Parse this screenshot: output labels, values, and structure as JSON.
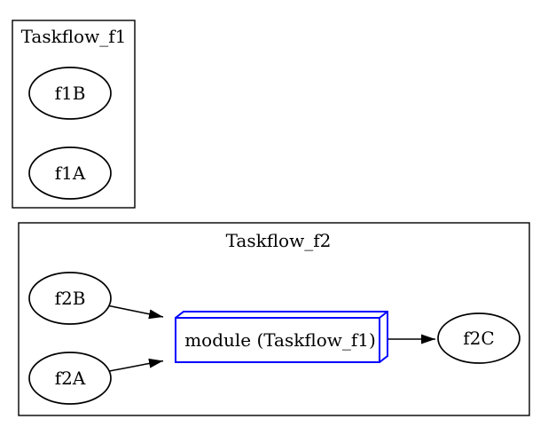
{
  "colors": {
    "background": "#ffffff",
    "default_stroke": "#000000",
    "module_accent": "#0000ff",
    "text": "#000000"
  },
  "clusters": [
    {
      "id": "cluster_f1",
      "label": "Taskflow_f1"
    },
    {
      "id": "cluster_f2",
      "label": "Taskflow_f2"
    }
  ],
  "nodes": {
    "f1B": {
      "label": "f1B",
      "shape": "ellipse",
      "cluster": "Taskflow_f1"
    },
    "f1A": {
      "label": "f1A",
      "shape": "ellipse",
      "cluster": "Taskflow_f1"
    },
    "f2B": {
      "label": "f2B",
      "shape": "ellipse",
      "cluster": "Taskflow_f2"
    },
    "f2A": {
      "label": "f2A",
      "shape": "ellipse",
      "cluster": "Taskflow_f2"
    },
    "module": {
      "label": "module (Taskflow_f1)",
      "shape": "box3d",
      "cluster": "Taskflow_f2"
    },
    "f2C": {
      "label": "f2C",
      "shape": "ellipse",
      "cluster": "Taskflow_f2"
    }
  },
  "edges": [
    {
      "from": "f2B",
      "to": "module"
    },
    {
      "from": "f2A",
      "to": "module"
    },
    {
      "from": "module",
      "to": "f2C"
    }
  ]
}
